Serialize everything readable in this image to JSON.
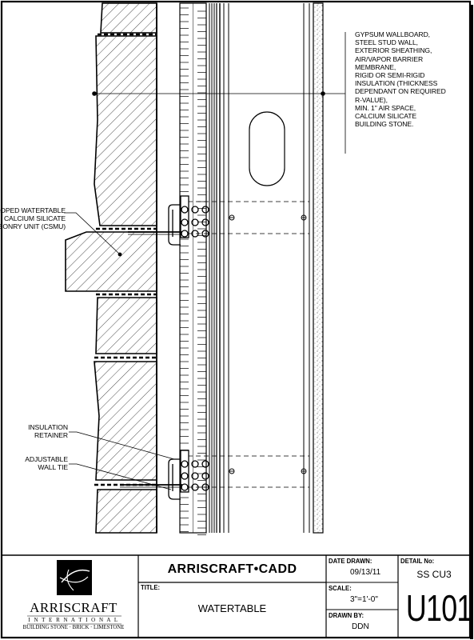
{
  "callouts": {
    "assembly": [
      "GYPSUM WALLBOARD,",
      "STEEL STUD WALL,",
      "EXTERIOR SHEATHING,",
      "AIR/VAPOR BARRIER",
      "MEMBRANE,",
      "RIGID OR SEMI-RIGID",
      "INSULATION (THICKNESS",
      "DEPENDANT ON REQUIRED",
      "R-VALUE),",
      "MIN. 1\" AIR SPACE,",
      "CALCIUM SILICATE",
      "BUILDING STONE."
    ],
    "watertable": [
      "SLOPED WATERTABLE",
      "CALCIUM SILICATE",
      "MASONRY UNIT (CSMU)"
    ],
    "retainer": [
      "INSULATION",
      "RETAINER"
    ],
    "tie": [
      "ADJUSTABLE",
      "WALL TIE"
    ]
  },
  "title_block": {
    "brand": "ARRISCRAFT•CADD",
    "logo": {
      "name": "ARRISCRAFT",
      "sub": "I N T E R N A T I O N A L",
      "tagline": "BUILDING STONE · BRICK · LIMESTONE"
    },
    "title_label": "TITLE:",
    "title": "WATERTABLE",
    "date_label": "DATE DRAWN:",
    "date": "09/13/11",
    "scale_label": "SCALE:",
    "scale": "3\"=1'-0\"",
    "drawn_label": "DRAWN BY:",
    "drawn": "DDN",
    "detail_label": "DETAIL No:",
    "detail_sub": "SS CU3",
    "detail": "U101"
  }
}
